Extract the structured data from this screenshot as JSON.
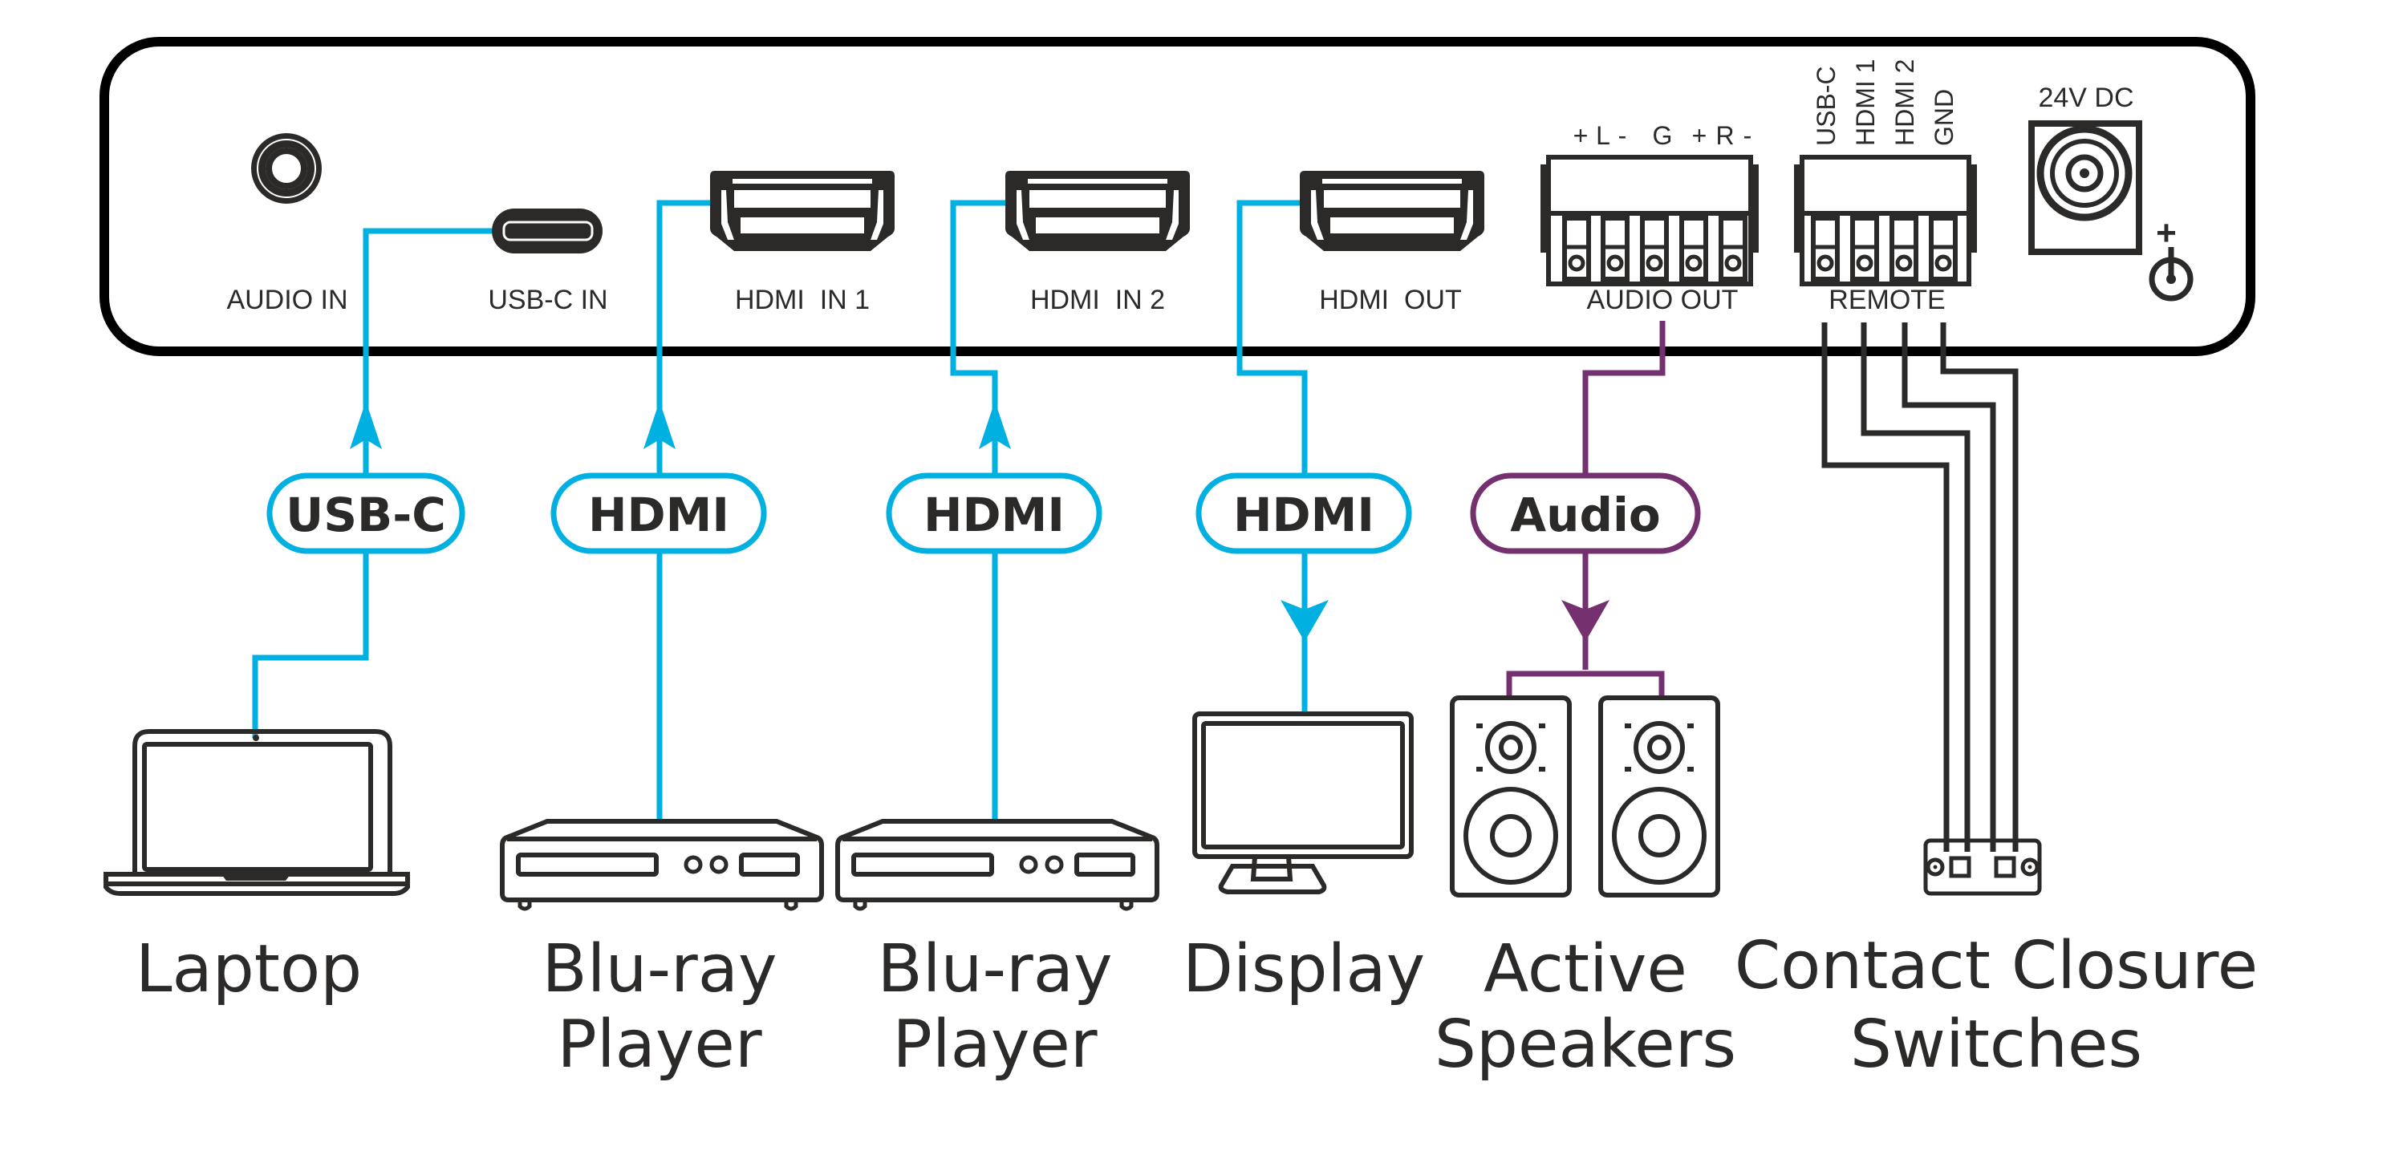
{
  "colors": {
    "video": "#00b0e0",
    "audio": "#74306f",
    "control": "#2b2a29",
    "chassis": "#000000",
    "ink": "#2b2a29",
    "background": "#ffffff"
  },
  "panel": {
    "ports": {
      "audio_in": "AUDIO IN",
      "usbc_in": "USB-C IN",
      "hdmi_in1": "HDMI  IN 1",
      "hdmi_in2": "HDMI  IN 2",
      "hdmi_out": "HDMI  OUT",
      "audio_out": "AUDIO OUT",
      "remote": "REMOTE",
      "power": "24V DC"
    },
    "audio_out_pins": [
      "+",
      "L",
      "-",
      "G",
      "+",
      "R",
      "-"
    ],
    "remote_pins": [
      "USB-C",
      "HDMI 1",
      "HDMI 2",
      "GND"
    ],
    "power_polarity": "+"
  },
  "connections": [
    {
      "id": "usbc",
      "cable": "USB-C",
      "direction": "in",
      "from": "Laptop",
      "to": "USB-C IN"
    },
    {
      "id": "hdmi1",
      "cable": "HDMI",
      "direction": "in",
      "from": "Blu-ray Player",
      "to": "HDMI IN 1"
    },
    {
      "id": "hdmi2",
      "cable": "HDMI",
      "direction": "in",
      "from": "Blu-ray Player",
      "to": "HDMI IN 2"
    },
    {
      "id": "hdmiout",
      "cable": "HDMI",
      "direction": "out",
      "from": "HDMI OUT",
      "to": "Display"
    },
    {
      "id": "audio",
      "cable": "Audio",
      "direction": "out",
      "from": "AUDIO OUT",
      "to": "Active Speakers"
    },
    {
      "id": "remote",
      "cable": "",
      "direction": "in",
      "from": "Contact Closure Switches",
      "to": "REMOTE"
    }
  ],
  "devices": {
    "laptop": [
      "Laptop"
    ],
    "bluray1": [
      "Blu-ray",
      "Player"
    ],
    "bluray2": [
      "Blu-ray",
      "Player"
    ],
    "display": [
      "Display"
    ],
    "speakers": [
      "Active",
      "Speakers"
    ],
    "switches": [
      "Contact Closure",
      "Switches"
    ]
  }
}
